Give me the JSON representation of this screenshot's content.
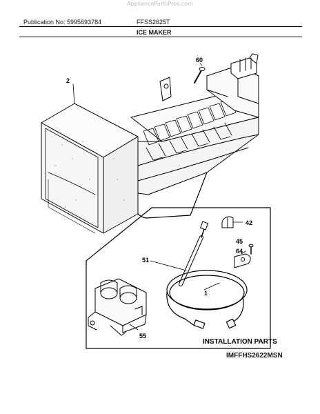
{
  "watermark": "AppliancePartsPros.com",
  "header": {
    "publication": "Publication No: 5995693784",
    "model": "FFSS2625T",
    "section_title": "ICE MAKER"
  },
  "callouts": {
    "c2": "2",
    "c60": "60",
    "c42": "42",
    "c45": "45",
    "c64": "64",
    "c51": "51",
    "c1": "1",
    "c55": "55"
  },
  "installation_parts_label": "INSTALLATION PARTS",
  "footer_code": "IMFFHS2622MSN"
}
